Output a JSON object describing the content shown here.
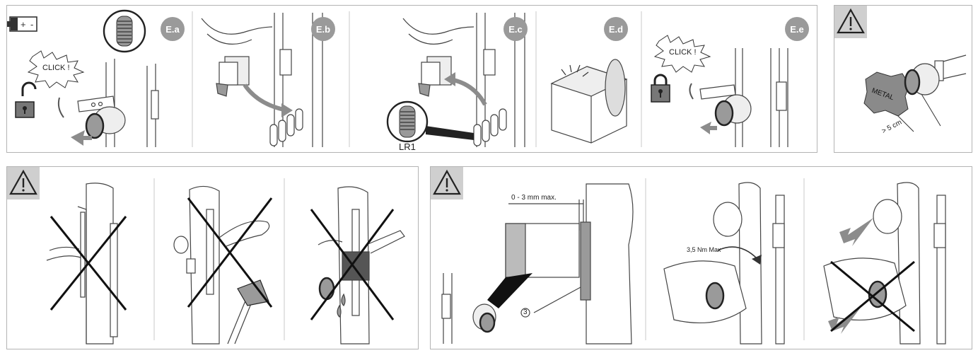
{
  "colors": {
    "frame_border": "#b4b4b4",
    "badge": "#9a9a9a",
    "warning_bg": "#cfcfcf",
    "line": "#3c3c3c",
    "arrow": "#8c8c8c"
  },
  "icons": {
    "battery": "battery-icon",
    "warning": "warning-triangle-icon",
    "padlock_open": "padlock-open-icon",
    "padlock_closed": "padlock-closed-icon"
  },
  "battery_symbols": {
    "plus": "+",
    "minus": "-"
  },
  "steps": {
    "a": {
      "badge": "E.a",
      "callout": "CLICK !"
    },
    "b": {
      "badge": "E.b"
    },
    "c": {
      "badge": "E.c",
      "battery_type": "LR1"
    },
    "d": {
      "badge": "E.d"
    },
    "e": {
      "badge": "E.e",
      "callout": "CLICK !"
    }
  },
  "warning_metal": {
    "tag": "METAL",
    "distance": "> 5 cm"
  },
  "installation": {
    "gap": "0 - 3 mm max.",
    "part_number": "3",
    "torque": "3,5 Nm Max"
  }
}
